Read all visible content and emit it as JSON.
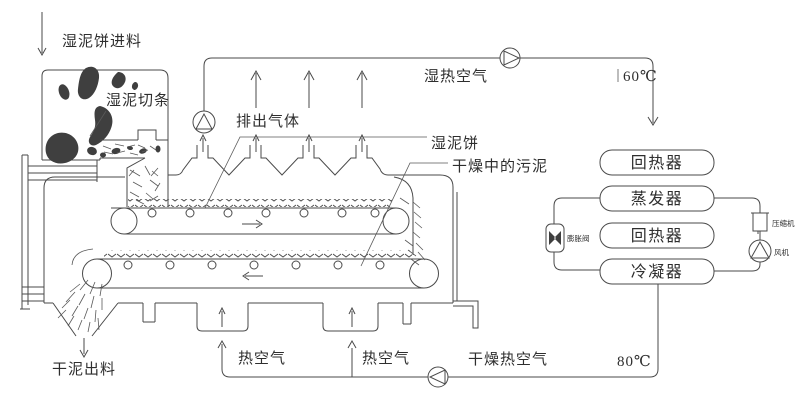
{
  "diagram": {
    "labels": {
      "feed": "湿泥饼进料",
      "cut_strips": "湿泥切条",
      "exhaust_gas": "排出气体",
      "wet_cake": "湿泥饼",
      "drying_sludge": "干燥中的污泥",
      "humid_hot_air": "湿热空气",
      "temp_top": "60℃",
      "dry_mud_out": "干泥出料",
      "hot_air_1": "热空气",
      "hot_air_2": "热空气",
      "dry_hot_air": "干燥热空气",
      "temp_bottom": "80℃"
    },
    "heat_pump": {
      "units": [
        {
          "label": "回热器"
        },
        {
          "label": "蒸发器"
        },
        {
          "label": "回热器"
        },
        {
          "label": "冷凝器"
        }
      ],
      "valve_label": "膨胀阀",
      "compressor_label": "压缩机",
      "fan_label": "风机"
    },
    "colors": {
      "line": "#4a4a4a",
      "sludge": "#3f3f3f",
      "background": "#ffffff"
    }
  }
}
